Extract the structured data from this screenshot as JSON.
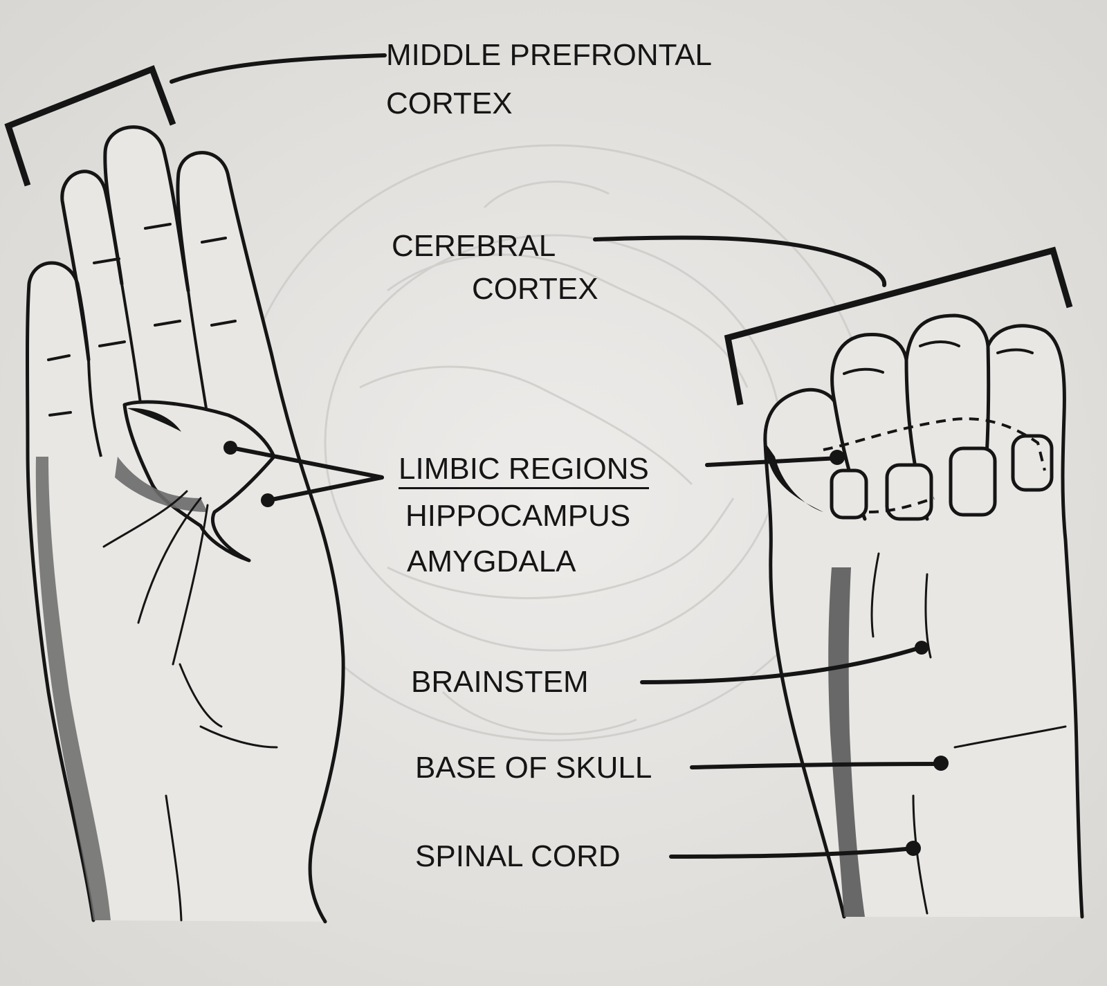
{
  "labels": {
    "middle_prefrontal_cortex": {
      "line1": "MIDDLE PREFRONTAL",
      "line2": "CORTEX"
    },
    "cerebral_cortex": {
      "line1": "CEREBRAL",
      "line2": "CORTEX"
    },
    "limbic": {
      "heading": "LIMBIC REGIONS",
      "item1": "HIPPOCAMPUS",
      "item2": "AMYGDALA"
    },
    "brainstem": "BRAINSTEM",
    "base_of_skull": "BASE OF SKULL",
    "spinal_cord": "SPINAL CORD"
  },
  "colors": {
    "paper": "#e6e4e1",
    "ink": "#151515",
    "shade": "#6a6a6a"
  }
}
